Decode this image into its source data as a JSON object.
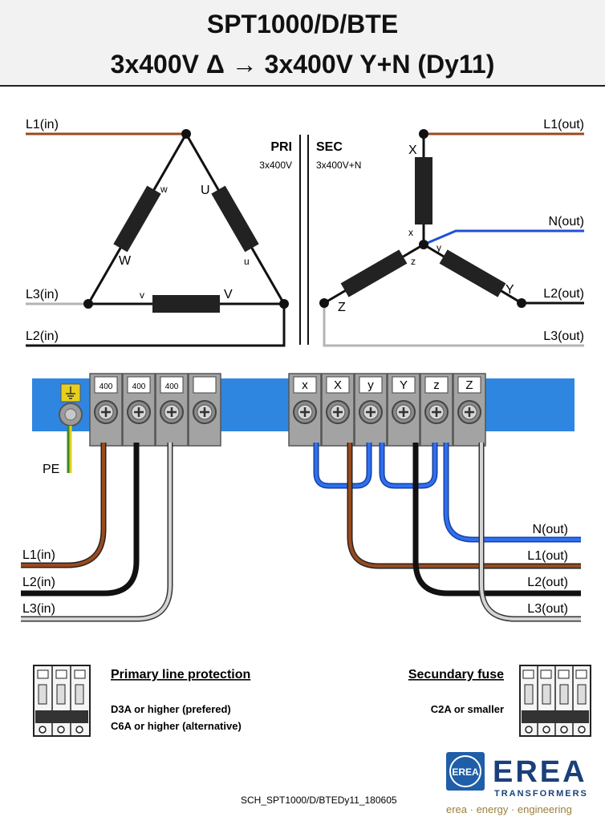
{
  "header": {
    "title_line1": "SPT1000/D/BTE",
    "title_line2": "3x400V Δ → 3x400V Y+N  (Dy11)"
  },
  "schematic": {
    "primary": {
      "label": "PRI",
      "voltage": "3x400V"
    },
    "secondary": {
      "label": "SEC",
      "voltage": "3x400V+N"
    },
    "inputs": {
      "l1": "L1(in)",
      "l2": "L2(in)",
      "l3": "L3(in)"
    },
    "outputs": {
      "l1": "L1(out)",
      "n": "N(out)",
      "l2": "L2(out)",
      "l3": "L3(out)"
    },
    "delta_terminals": {
      "U": "U",
      "u": "u",
      "V": "V",
      "v": "v",
      "W": "W",
      "w": "w"
    },
    "star_terminals": {
      "X": "X",
      "x": "x",
      "Y": "Y",
      "y": "y",
      "Z": "Z",
      "z": "z"
    }
  },
  "wiring": {
    "pe_label": "PE",
    "primary_terminals": [
      "400",
      "400",
      "400",
      ""
    ],
    "secondary_terminals": [
      "x",
      "X",
      "y",
      "Y",
      "z",
      "Z"
    ],
    "inputs": [
      "L1(in)",
      "L2(in)",
      "L3(in)"
    ],
    "outputs": [
      "N(out)",
      "L1(out)",
      "L2(out)",
      "L3(out)"
    ]
  },
  "protection": {
    "primary_title": "Primary line protection",
    "primary_line1": "D3A or higher (prefered)",
    "primary_line2": "C6A or higher (alternative)",
    "secondary_title": "Secundary fuse",
    "secondary_line1": "C2A or smaller"
  },
  "footer": {
    "doc_code": "SCH_SPT1000/D/BTEDy11_180605",
    "brand": "EREA",
    "brand_sub": "TRANSFORMERS",
    "tagline": "erea · energy · engineering",
    "logo_letters": "EREA"
  },
  "colors": {
    "brown": "#9a4a1e",
    "black": "#111111",
    "grey": "#b4b4b4",
    "blue": "#1f4fd8",
    "din_rail": "#2f86e0",
    "terminal": "#9c9c9c",
    "logo_blue": "#1f5ea8",
    "tagline": "#9a7f3a"
  }
}
